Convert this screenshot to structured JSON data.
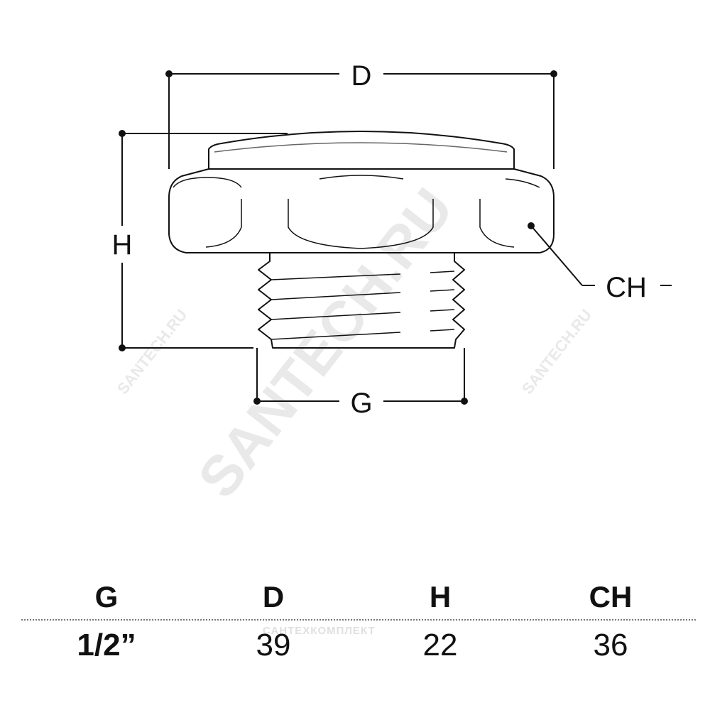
{
  "drawing": {
    "dim_labels": {
      "d": "D",
      "h": "H",
      "g": "G",
      "ch": "CH"
    },
    "watermark": "SANTECH.RU"
  },
  "table": {
    "headers": [
      "G",
      "D",
      "H",
      "CH"
    ],
    "values": [
      "1/2”",
      "39",
      "22",
      "36"
    ]
  },
  "watermark_small": "САНТЕХКОМПЛЕКТ"
}
